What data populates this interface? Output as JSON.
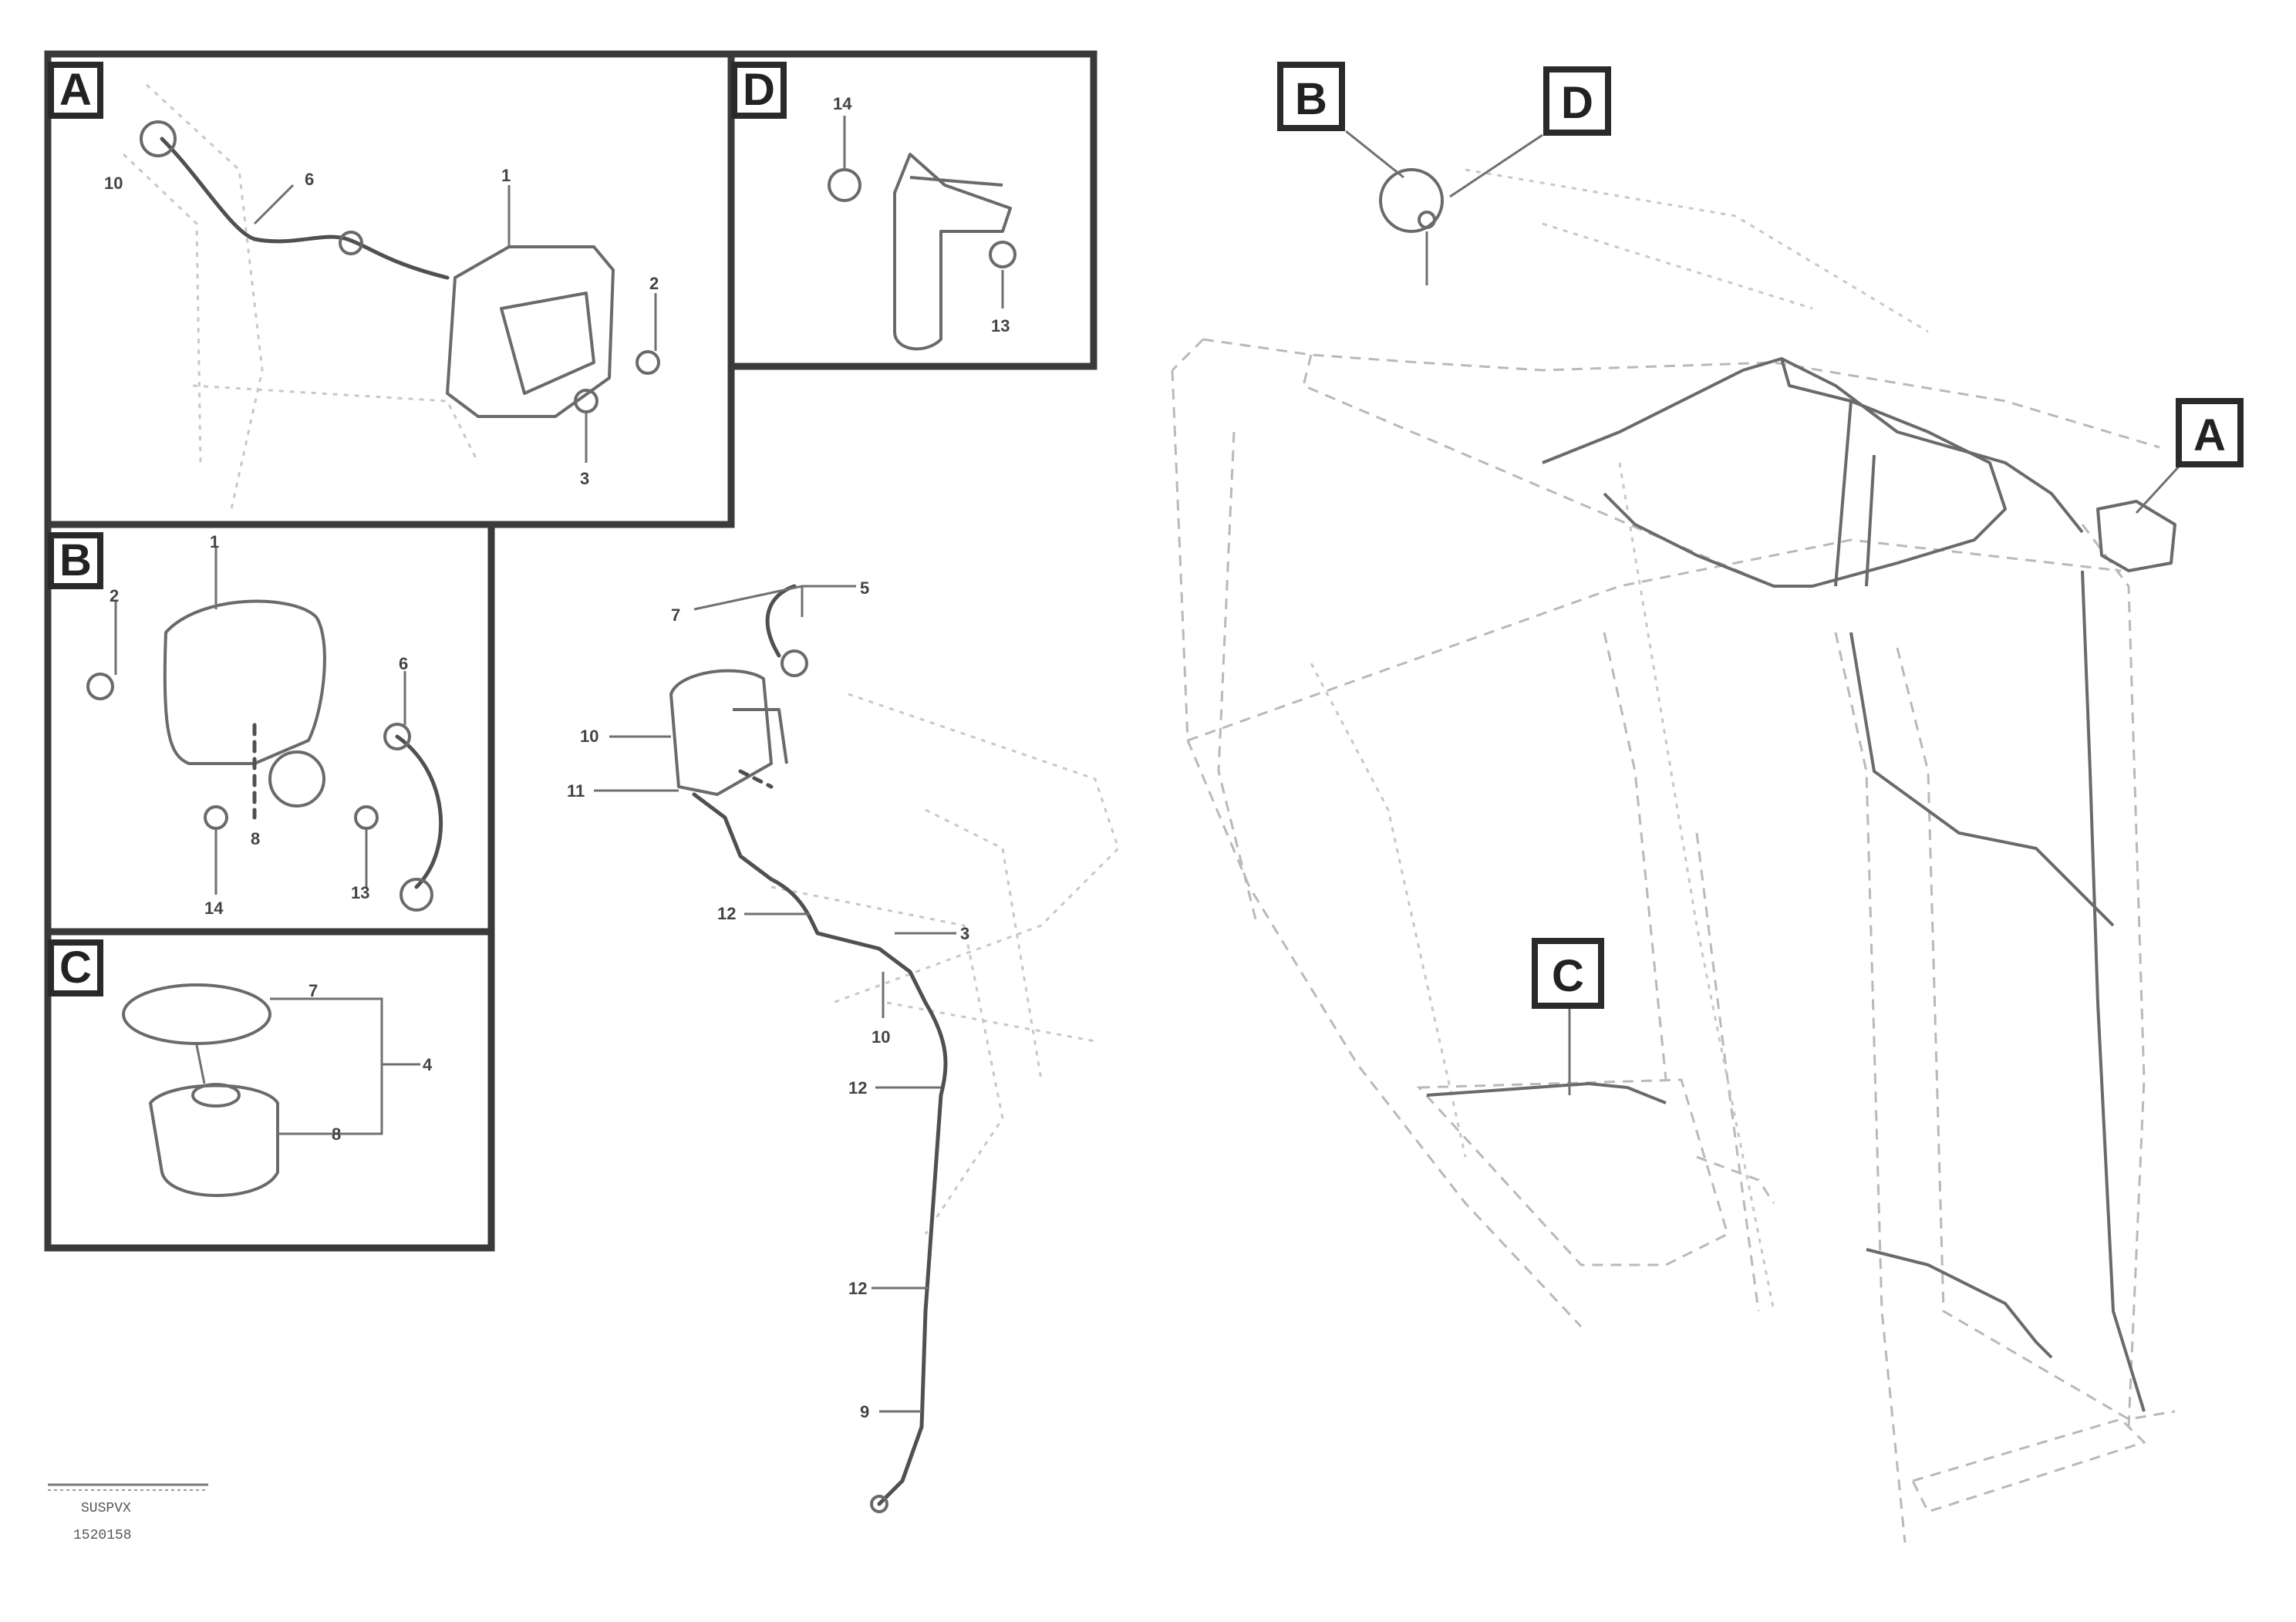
{
  "detail_tags": {
    "a": "A",
    "b": "B",
    "c": "C",
    "d": "D"
  },
  "item_numbers": {
    "n1": "1",
    "n2": "2",
    "n3": "3",
    "n4": "4",
    "n5": "5",
    "n6": "6",
    "n7": "7",
    "n8": "8",
    "n9": "9",
    "n10": "10",
    "n11": "11",
    "n12": "12",
    "n13": "13",
    "n14": "14"
  },
  "footer": {
    "line1": "SUSPVX",
    "line2": "1520158"
  },
  "colors": {
    "frame": "#3a3a3a",
    "wire": "#505050",
    "faint": "#b9b9b9"
  }
}
